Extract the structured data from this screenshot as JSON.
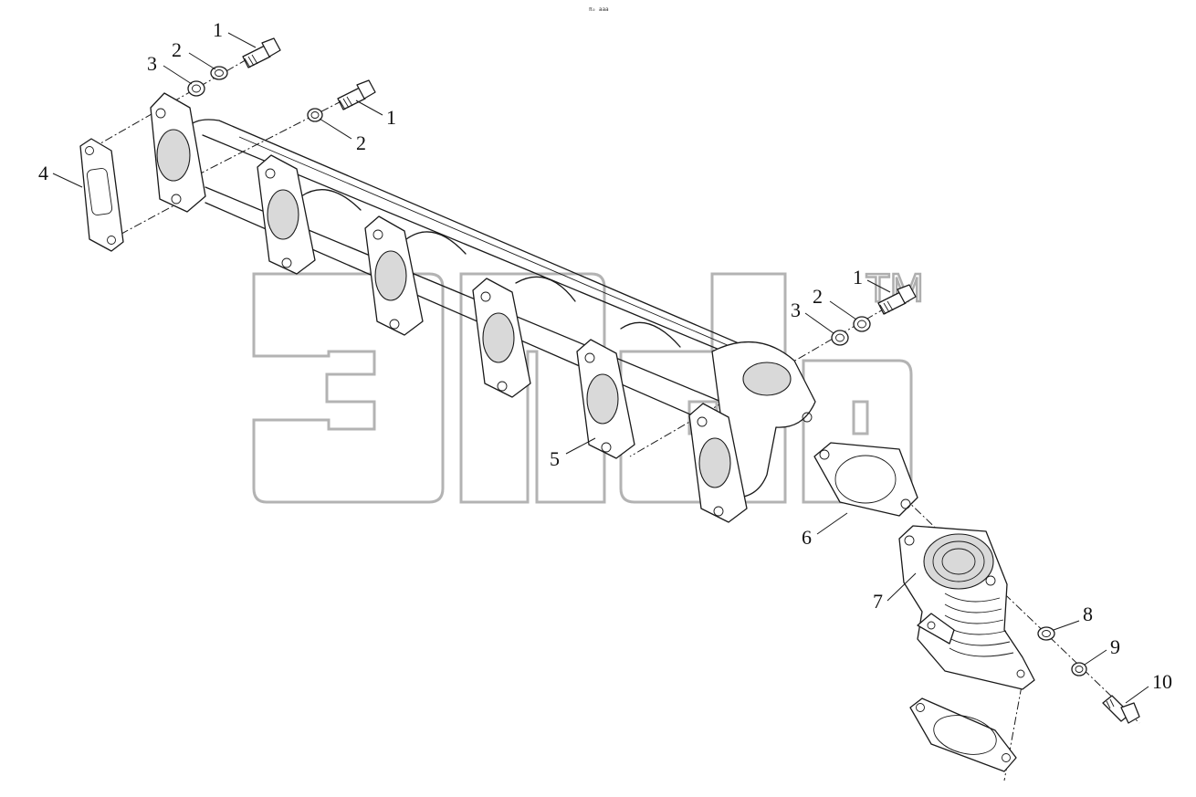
{
  "header": {
    "code": "π₀ aaa"
  },
  "watermark": {
    "brand": "3md",
    "mark": "TM"
  },
  "callouts": [
    {
      "id": "c1a",
      "label": "1"
    },
    {
      "id": "c2a",
      "label": "2"
    },
    {
      "id": "c3a",
      "label": "3"
    },
    {
      "id": "c1b",
      "label": "1"
    },
    {
      "id": "c2b",
      "label": "2"
    },
    {
      "id": "c4",
      "label": "4"
    },
    {
      "id": "c1c",
      "label": "1"
    },
    {
      "id": "c2c",
      "label": "2"
    },
    {
      "id": "c3c",
      "label": "3"
    },
    {
      "id": "c5",
      "label": "5"
    },
    {
      "id": "c6",
      "label": "6"
    },
    {
      "id": "c7",
      "label": "7"
    },
    {
      "id": "c8",
      "label": "8"
    },
    {
      "id": "c9",
      "label": "9"
    },
    {
      "id": "c10",
      "label": "10"
    }
  ]
}
